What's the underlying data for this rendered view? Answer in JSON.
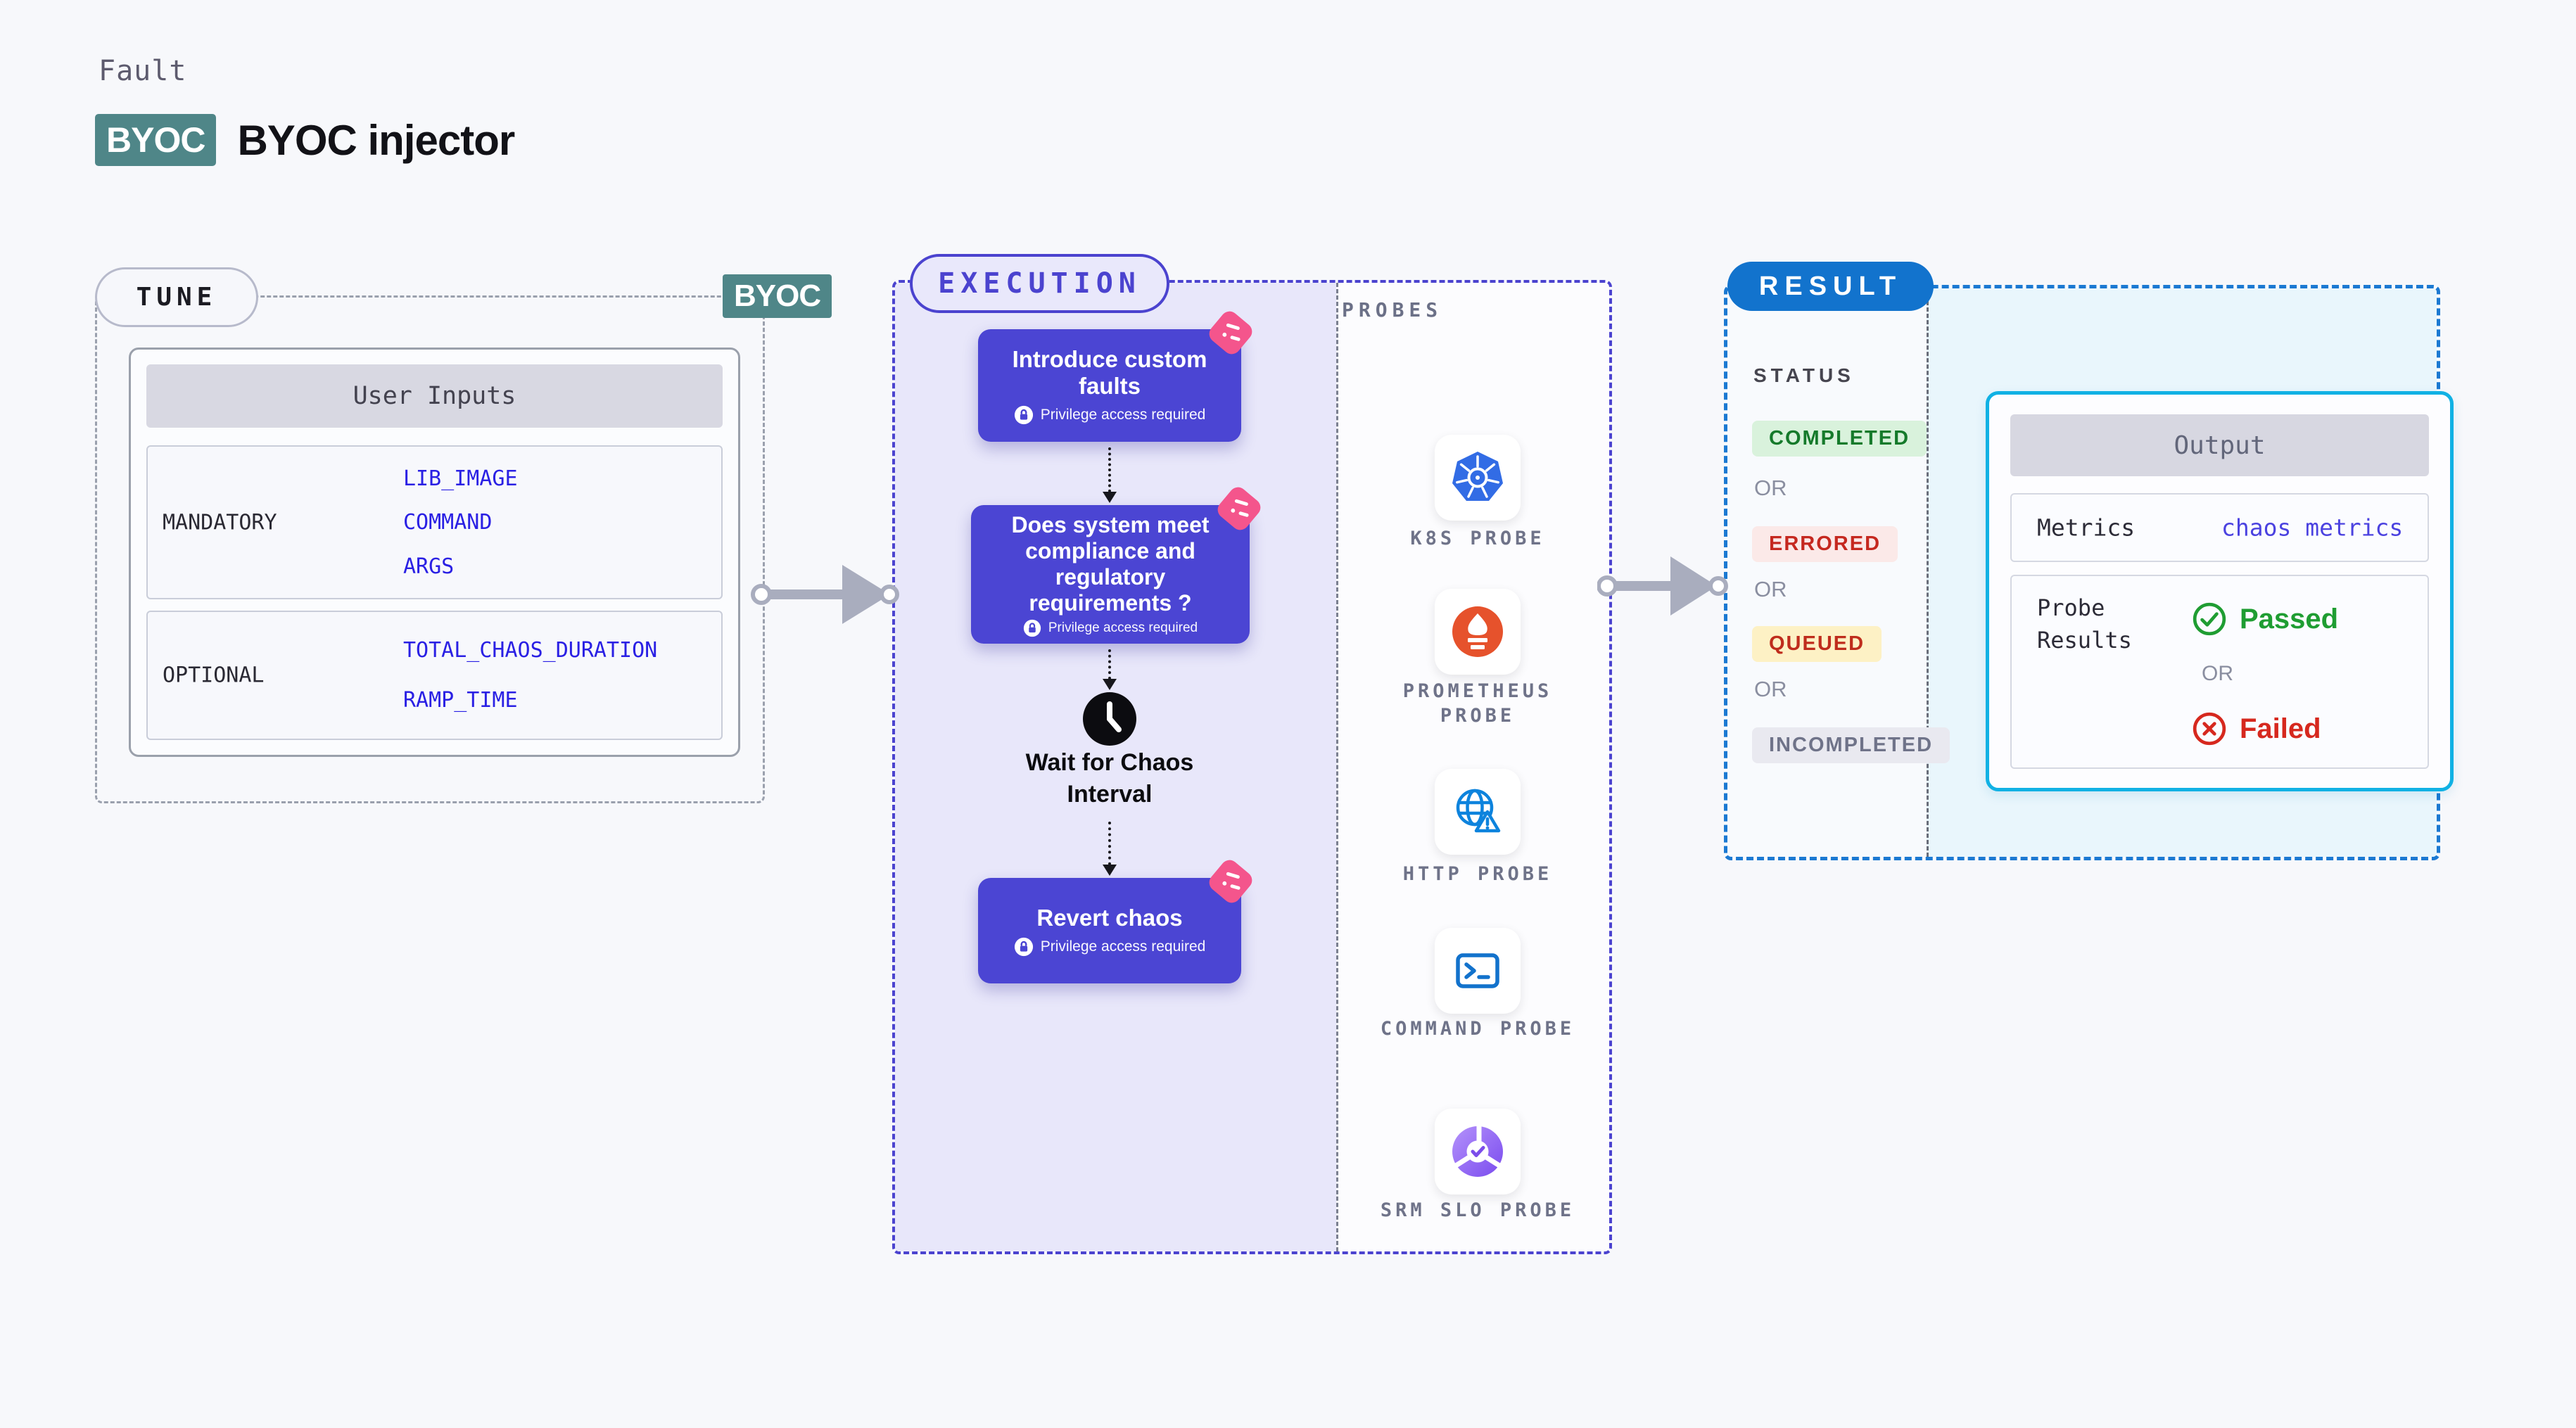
{
  "header": {
    "eyebrow": "Fault",
    "badge": "BYOC",
    "title": "BYOC injector"
  },
  "tune": {
    "pill": "TUNE",
    "corner_badge": "BYOC",
    "table": {
      "header": "User Inputs",
      "rows": [
        {
          "label": "MANDATORY",
          "values": [
            "LIB_IMAGE",
            "COMMAND",
            "ARGS"
          ]
        },
        {
          "label": "OPTIONAL",
          "values": [
            "TOTAL_CHAOS_DURATION",
            "RAMP_TIME"
          ]
        }
      ]
    }
  },
  "execution": {
    "pill": "EXECUTION",
    "node1": {
      "title": "Introduce custom faults",
      "note": "Privilege access required"
    },
    "node2": {
      "title": "Does system meet compliance and regulatory requirements ?",
      "note": "Privilege access required"
    },
    "wait_label": "Wait for Chaos Interval",
    "node3": {
      "title": "Revert chaos",
      "note": "Privilege access required"
    }
  },
  "probes": {
    "label": "PROBES",
    "items": [
      {
        "name": "K8S PROBE",
        "icon": "kubernetes-icon"
      },
      {
        "name": "PROMETHEUS PROBE",
        "icon": "prometheus-icon"
      },
      {
        "name": "HTTP PROBE",
        "icon": "globe-warning-icon"
      },
      {
        "name": "COMMAND PROBE",
        "icon": "terminal-icon"
      },
      {
        "name": "SRM SLO PROBE",
        "icon": "slo-donut-icon"
      }
    ]
  },
  "result": {
    "pill": "RESULT",
    "status_label": "STATUS",
    "or": "OR",
    "statuses": [
      {
        "text": "COMPLETED",
        "bg": "#d9f2dc",
        "fg": "#157a2b"
      },
      {
        "text": "ERRORED",
        "bg": "#fbe9e8",
        "fg": "#c5281f"
      },
      {
        "text": "QUEUED",
        "bg": "#fdf1c5",
        "fg": "#bf2c1c"
      },
      {
        "text": "INCOMPLETED",
        "bg": "#e9e9f0",
        "fg": "#6f7389"
      }
    ],
    "output": {
      "header": "Output",
      "metrics_label": "Metrics",
      "metrics_value": "chaos metrics",
      "probe_results_label": "Probe Results",
      "passed": "Passed",
      "or": "OR",
      "failed": "Failed"
    }
  },
  "colors": {
    "accent_indigo": "#4b43cf",
    "node_purple": "#4b45d3",
    "teal_badge": "#4f8688",
    "result_blue": "#1273cd",
    "cyan_border": "#10b1e4",
    "link_blue": "#2a20e4",
    "chaos_pink": "#f4558c",
    "arrow_gray": "#a9adbe"
  }
}
